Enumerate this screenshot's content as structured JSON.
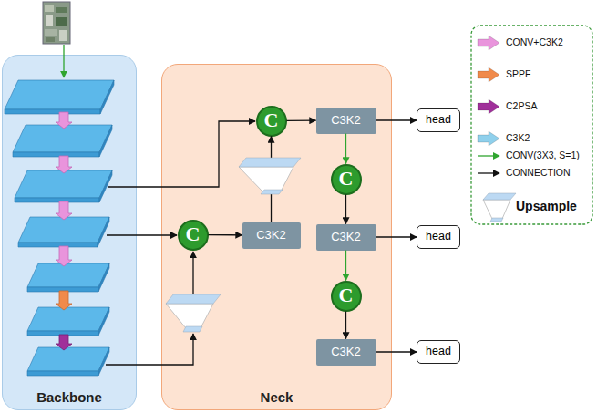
{
  "diagram": {
    "nodes": [
      {
        "text": [
          "Backbone"
        ]
      },
      {
        "text": [
          "Neck"
        ]
      },
      {
        "text": [
          "C"
        ],
        "in": 1
      },
      {
        "text": [
          "C3K2"
        ],
        "in": 1
      },
      {
        "text": [
          "head"
        ]
      },
      {
        "text": [
          "C"
        ],
        "in": 1
      },
      {
        "text": [
          "C3K2"
        ],
        "in": 1
      },
      {
        "text": [
          "C"
        ],
        "in": 1
      },
      {
        "text": [
          "C3K2"
        ],
        "in": 1
      },
      {
        "text": [
          "head"
        ]
      },
      {
        "text": [
          "C"
        ],
        "in": 1
      },
      {
        "text": [
          "C3K2"
        ],
        "in": 1
      },
      {
        "text": [
          "head"
        ]
      }
    ],
    "edges": [
      {
        "from": 2,
        "to": 3,
        "arrow": "to"
      },
      {
        "from": 3,
        "to": 4,
        "arrow": "to"
      },
      {
        "from": 3,
        "to": 5,
        "arrow": "to"
      },
      {
        "from": 5,
        "to": 8,
        "arrow": "to"
      },
      {
        "from": 8,
        "to": 9,
        "arrow": "to"
      },
      {
        "from": 8,
        "to": 10,
        "arrow": "to"
      },
      {
        "from": 10,
        "to": 11,
        "arrow": "to"
      },
      {
        "from": 11,
        "to": 12,
        "arrow": "to"
      },
      {
        "from": 7,
        "to": 6,
        "arrow": "to"
      },
      {
        "from": 6,
        "to": 2,
        "arrow": "to"
      }
    ],
    "legend": [
      {
        "text": "CONV+C3K2",
        "color": "#e994dc"
      },
      {
        "text": "SPPF",
        "color": "#f08a4b"
      },
      {
        "text": "C2PSA",
        "color": "#a0309a"
      },
      {
        "text": "C3K2",
        "color": "#8fd0ec"
      },
      {
        "text": "CONV(3X3, S=1)"
      },
      {
        "text": "CONNECTION"
      },
      {
        "text": "Upsample"
      }
    ]
  }
}
